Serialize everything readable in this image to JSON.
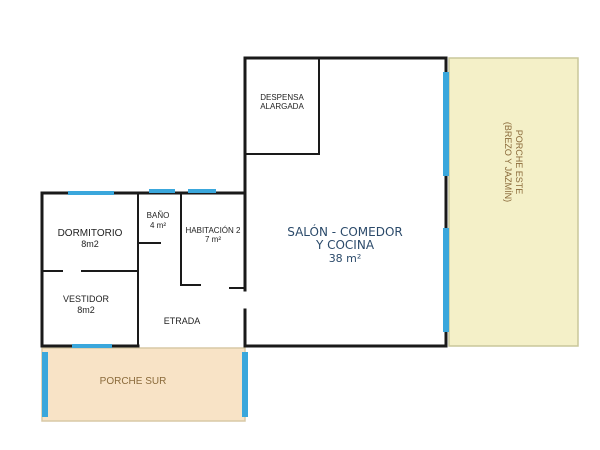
{
  "rooms": {
    "despensa": {
      "line1": "DESPENSA",
      "line2": "ALARGADA"
    },
    "salon": {
      "line1": "SALÓN - COMEDOR",
      "line2": "Y COCINA",
      "area": "38 m²"
    },
    "porche_este": {
      "line1": "PORCHE ESTE",
      "line2": "(BREZO Y JAZMÍN)"
    },
    "dormitorio": {
      "name": "DORMITORIO",
      "area": "8m2"
    },
    "bano": {
      "name": "BAÑO",
      "area": "4 m²"
    },
    "habitacion2": {
      "name": "HABITACIÓN 2",
      "area": "7 m²"
    },
    "vestidor": {
      "name": "VESTIDOR",
      "area": "8m2"
    },
    "entrada": {
      "name": "ETRADA"
    },
    "porche_sur": {
      "name": "PORCHE SUR"
    }
  },
  "colors": {
    "wall": "#1a1a1a",
    "window": "#3aa7dc",
    "porch_east_fill": "#f4f0c8",
    "porch_east_border": "#c9c79a",
    "porch_south_fill": "#f8e3c6",
    "porch_south_border": "#d8c9a6",
    "porch_label": "#8a6a3a",
    "main_label": "#2b4a6a"
  }
}
